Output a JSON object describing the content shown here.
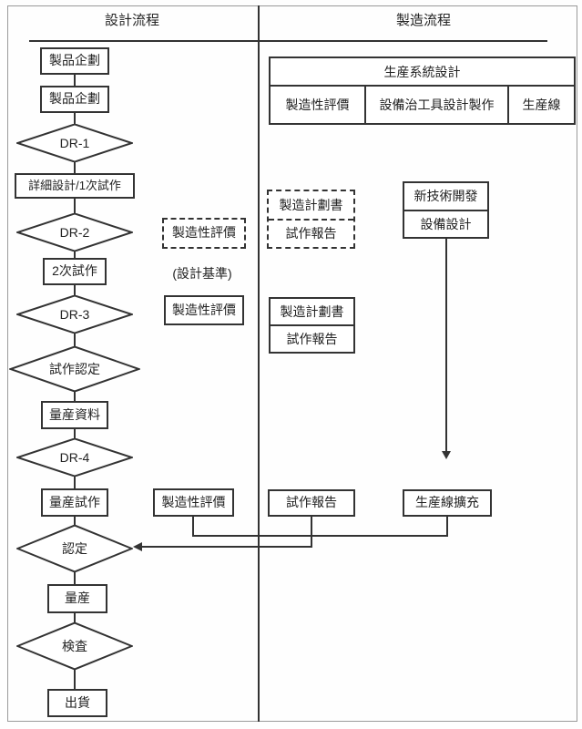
{
  "headers": {
    "design": "設計流程",
    "manufacturing": "製造流程"
  },
  "design_flow": {
    "nodes": [
      {
        "type": "box",
        "label": "製品企劃"
      },
      {
        "type": "box",
        "label": "製品企劃"
      },
      {
        "type": "diamond",
        "label": "DR-1"
      },
      {
        "type": "box",
        "label": "詳細設計/1次試作"
      },
      {
        "type": "diamond",
        "label": "DR-2"
      },
      {
        "type": "box",
        "label": "2次試作"
      },
      {
        "type": "diamond",
        "label": "DR-3"
      },
      {
        "type": "diamond",
        "label": "試作認定"
      },
      {
        "type": "box",
        "label": "量産資料"
      },
      {
        "type": "diamond",
        "label": "DR-4"
      },
      {
        "type": "box",
        "label": "量産試作"
      },
      {
        "type": "diamond",
        "label": "認定"
      },
      {
        "type": "box",
        "label": "量産"
      },
      {
        "type": "diamond",
        "label": "検査"
      },
      {
        "type": "box",
        "label": "出貨"
      }
    ]
  },
  "design_annotations": {
    "manufacturability_eval_dashed": "製造性評價",
    "design_basis_note": "(設計基準)",
    "manufacturability_eval_dr3": "製造性評價",
    "manufacturability_eval_pilot": "製造性評價"
  },
  "production_system_table": {
    "title": "生産系統設計",
    "columns": [
      "製造性評價",
      "設備治工具設計製作",
      "生産線"
    ]
  },
  "manufacturing_docs_dashed": {
    "rows": [
      "製造計劃書",
      "試作報告"
    ]
  },
  "new_tech_box": {
    "rows": [
      "新技術開發",
      "設備設計"
    ]
  },
  "manufacturing_docs_solid": {
    "rows": [
      "製造計劃書",
      "試作報告"
    ]
  },
  "trial_report_box": {
    "label": "試作報告"
  },
  "production_line_expansion_box": {
    "label": "生産線擴充"
  },
  "colors": {
    "line": "#333333",
    "frame": "#9a9a9a",
    "background": "#fefefe",
    "text": "#222222"
  }
}
